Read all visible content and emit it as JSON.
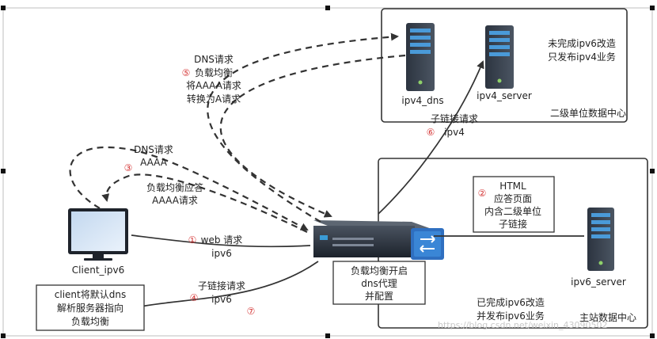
{
  "datacenter_secondary": {
    "title": "二级单位数据中心",
    "note": [
      "未完成ipv6改造",
      "只发布ipv4业务"
    ],
    "dns_server_label": "ipv4_dns",
    "app_server_label": "ipv4_server"
  },
  "datacenter_main": {
    "title": "主站数据中心",
    "note": [
      "已完成ipv6改造",
      "并发布ipv6业务"
    ],
    "app_server_label": "ipv6_server",
    "html_box": [
      "HTML",
      "应答页面",
      "内含二级单位",
      "子链接"
    ],
    "html_box_num": "②"
  },
  "client": {
    "label": "Client_ipv6",
    "note": [
      "client将默认dns",
      "解析服务器指向",
      "负载均衡"
    ]
  },
  "load_balancer": {
    "note": [
      "负载均衡开启",
      "dns代理",
      "并配置"
    ]
  },
  "flows": {
    "dns_aaaa": [
      "DNS请求",
      "AAAA"
    ],
    "dns_aaaa_num": "③",
    "lb_answer": [
      "负载均衡应答",
      "AAAA请求"
    ],
    "lb_dns_to_v4": [
      "DNS请求",
      "负载均衡",
      "将AAAA请求",
      "转换为A请求"
    ],
    "lb_dns_to_v4_num": "⑤",
    "sublink_v4": [
      "子链接请求",
      "ipv4"
    ],
    "sublink_v4_num": "⑥",
    "web_req": [
      "web 请求",
      "ipv6"
    ],
    "web_req_num": "①",
    "sublink_v6": [
      "子链接请求",
      "ipv6"
    ],
    "sublink_v6_num": "④",
    "extra_num": "⑦"
  },
  "watermark": "https://blog.csdn.net/weixin_43090502"
}
